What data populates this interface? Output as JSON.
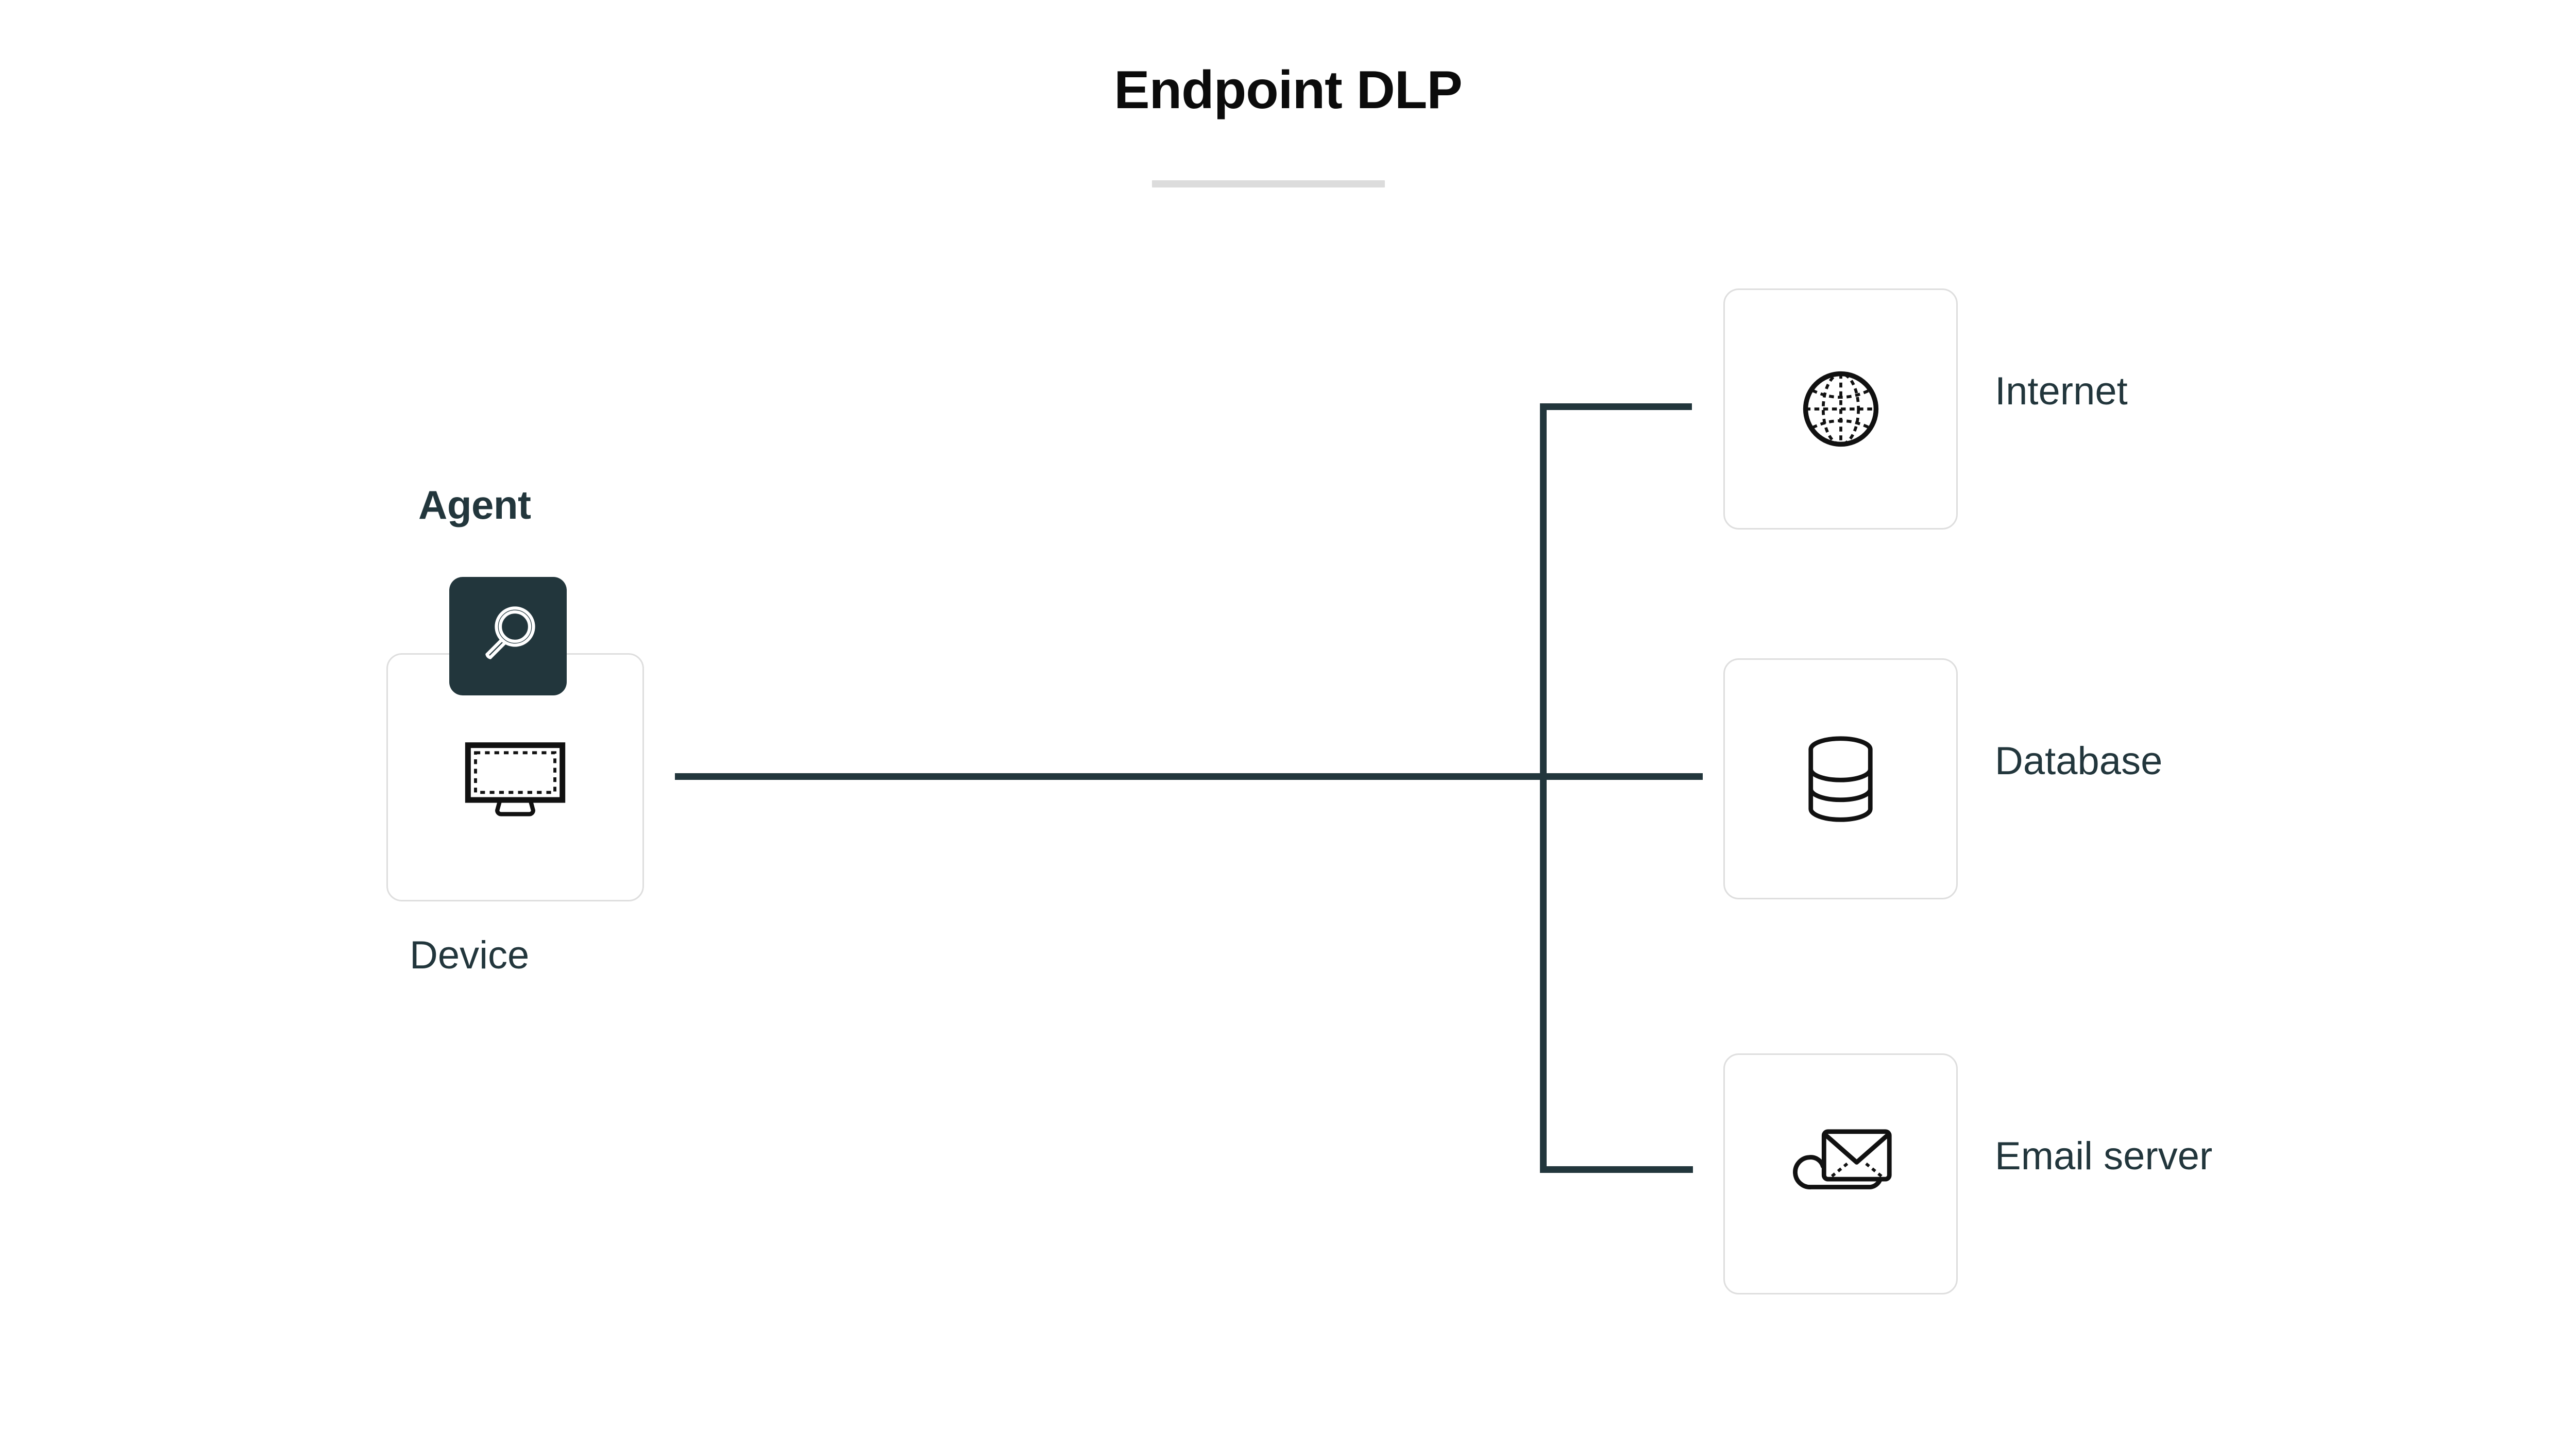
{
  "diagram": {
    "title": "Endpoint DLP",
    "accent_color": "#22363c",
    "card_border_color": "#dedede",
    "rule_color": "#dcdcdc",
    "title_color": "#0b0b0b"
  },
  "agent": {
    "label": "Agent",
    "icon": "magnifier-icon",
    "badge_color": "#22363c"
  },
  "device": {
    "label": "Device",
    "icon": "monitor-icon"
  },
  "destinations": [
    {
      "label": "Internet",
      "icon": "globe-icon"
    },
    {
      "label": "Database",
      "icon": "database-icon"
    },
    {
      "label": "Email server",
      "icon": "email-cloud-icon"
    }
  ],
  "connectors": {
    "trunk": "device-to-destinations",
    "branches": [
      "internet",
      "database",
      "email-server"
    ]
  }
}
